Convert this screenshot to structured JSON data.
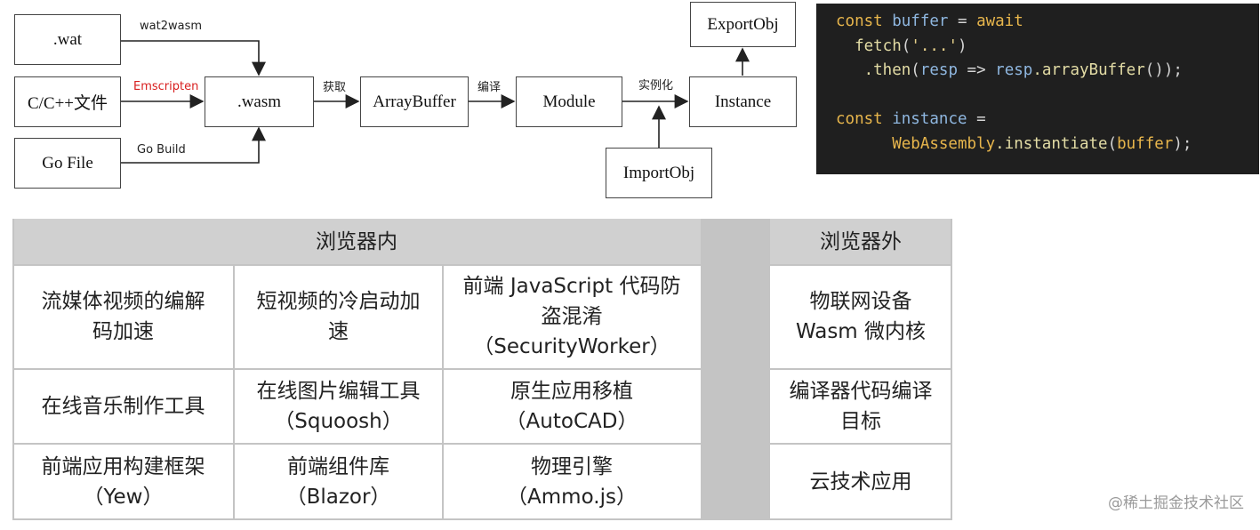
{
  "diagram": {
    "boxes": {
      "wat": ".wat",
      "cfile": "C/C++文件",
      "gofile": "Go File",
      "wasm": ".wasm",
      "arraybuffer": "ArrayBuffer",
      "module": "Module",
      "instance": "Instance",
      "exportobj": "ExportObj",
      "importobj": "ImportObj"
    },
    "edges": {
      "wat2wasm": "wat2wasm",
      "emscripten": "Emscripten",
      "gobuild": "Go Build",
      "fetch": "获取",
      "compile": "编译",
      "instantiate": "实例化"
    },
    "colors": {
      "emscripten": "#d81e1e"
    }
  },
  "code": {
    "line1": {
      "kw": "const",
      "var": "buffer",
      "op": " = ",
      "kw2": "await"
    },
    "line2": {
      "fn": "fetch",
      "str": "'...'"
    },
    "line3": {
      "then": ".then",
      "arg": "resp",
      "arrow": " => ",
      "obj": "resp",
      "method": ".arrayBuffer",
      "tail": "());"
    },
    "line5": {
      "kw": "const",
      "var": "instance",
      "op": " ="
    },
    "line6": {
      "cls": "WebAssembly",
      "method": ".instantiate",
      "arg": "buffer",
      "tail": ");"
    }
  },
  "table": {
    "browser_in": "浏览器内",
    "browser_out": "浏览器外",
    "in_rows": [
      [
        "流媒体视频的编解\n码加速",
        "短视频的冷启动加\n速",
        "前端 JavaScript 代码防\n盗混淆\n（SecurityWorker）"
      ],
      [
        "在线音乐制作工具",
        "在线图片编辑工具\n（Squoosh）",
        "原生应用移植\n（AutoCAD）"
      ],
      [
        "前端应用构建框架\n（Yew）",
        "前端组件库\n（Blazor）",
        "物理引擎\n（Ammo.js）"
      ]
    ],
    "out_rows": [
      "物联网设备\nWasm 微内核",
      "编译器代码编译\n目标",
      "云技术应用"
    ]
  },
  "watermark": "@稀土掘金技术社区"
}
